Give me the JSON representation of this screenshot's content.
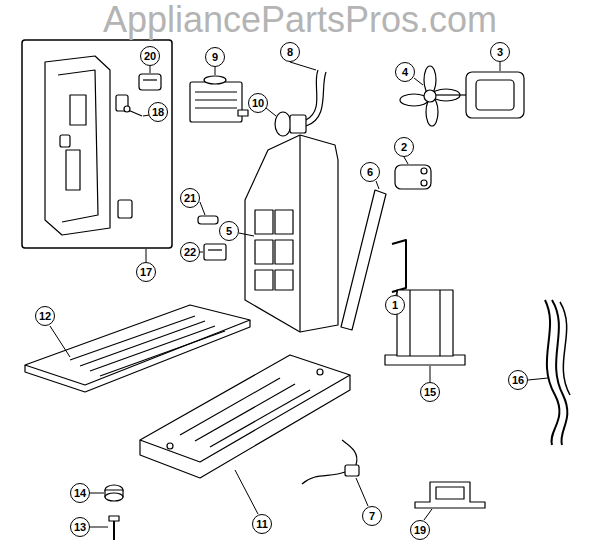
{
  "diagram": {
    "labels": [
      "AppliancePartsPros.com",
      "8",
      "20",
      "9",
      "3",
      "4",
      "10",
      "2",
      "6",
      "5",
      "1",
      "18",
      "21",
      "22",
      "17",
      "12",
      "16",
      "15",
      "11",
      "7",
      "14",
      "13",
      "19"
    ]
  }
}
